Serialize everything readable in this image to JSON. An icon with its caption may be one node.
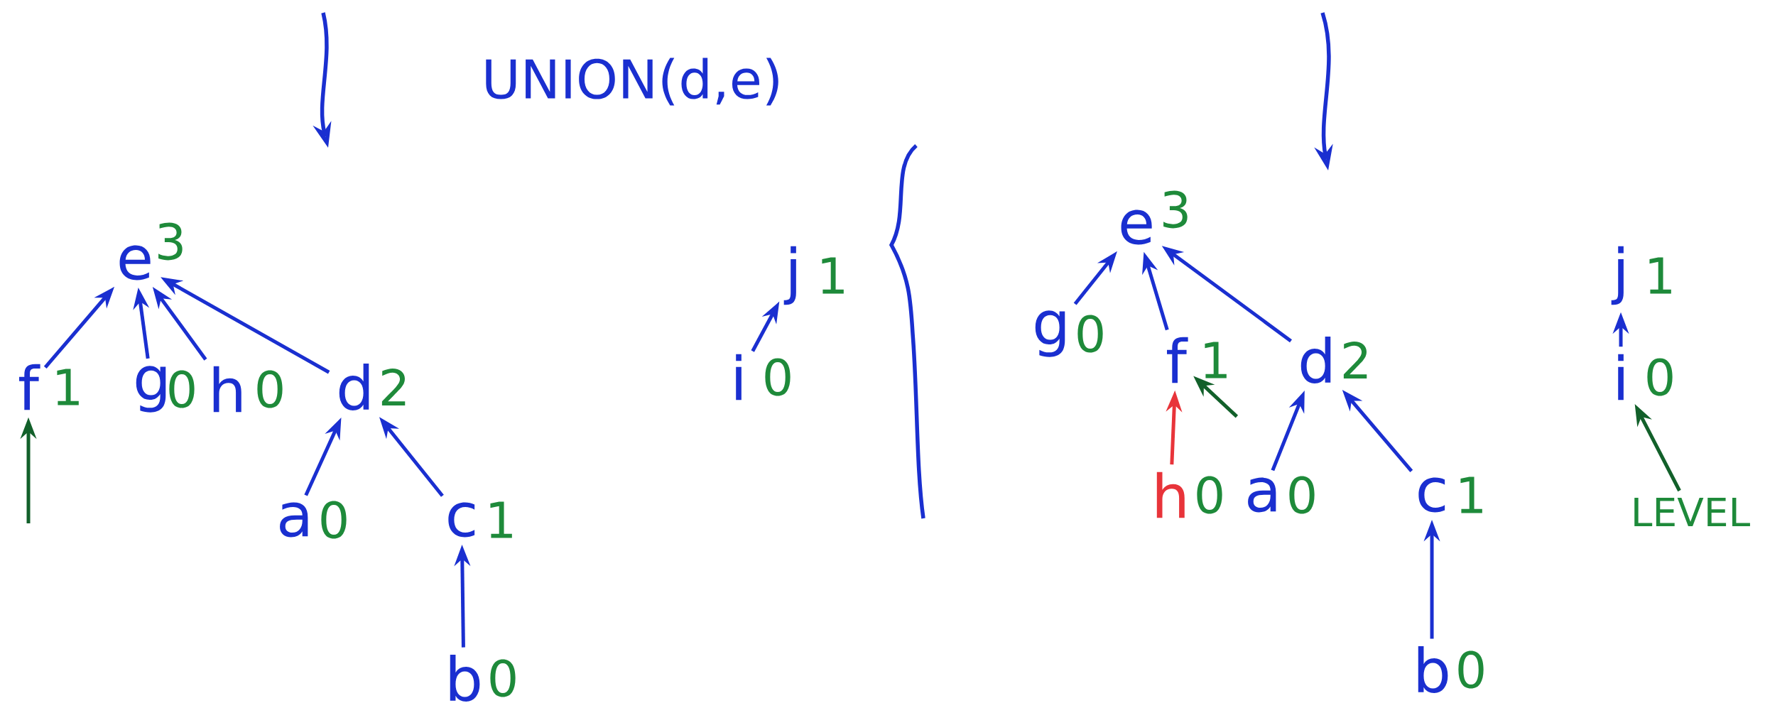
{
  "diagram": {
    "title": "UNION(d,e)",
    "nodes": [
      {
        "text": [
          "e"
        ],
        "beside": [
          "3"
        ]
      },
      {
        "text": [
          "f"
        ],
        "beside": [
          "1"
        ]
      },
      {
        "text": [
          "g"
        ],
        "beside": [
          "0"
        ]
      },
      {
        "text": [
          "h"
        ],
        "beside": [
          "0"
        ]
      },
      {
        "text": [
          "d"
        ],
        "beside": [
          "2"
        ]
      },
      {
        "text": [
          "a"
        ],
        "beside": [
          "0"
        ]
      },
      {
        "text": [
          "c"
        ],
        "beside": [
          "1"
        ]
      },
      {
        "text": [
          "b"
        ],
        "beside": [
          "0"
        ]
      },
      {
        "text": [
          "j"
        ],
        "beside": [
          "1"
        ]
      },
      {
        "text": [
          "i"
        ],
        "beside": [
          "0"
        ]
      },
      {
        "text": [
          "e"
        ],
        "beside": [
          "3"
        ]
      },
      {
        "text": [
          "g"
        ],
        "beside": [
          "0"
        ]
      },
      {
        "text": [
          "f"
        ],
        "beside": [
          "1"
        ]
      },
      {
        "text": [
          "d"
        ],
        "beside": [
          "2"
        ]
      },
      {
        "text": [
          "h"
        ],
        "beside": [
          "0"
        ]
      },
      {
        "text": [
          "a"
        ],
        "beside": [
          "0"
        ]
      },
      {
        "text": [
          "c"
        ],
        "beside": [
          "1"
        ]
      },
      {
        "text": [
          "b"
        ],
        "beside": [
          "0"
        ]
      },
      {
        "text": [
          "j"
        ],
        "beside": [
          "1"
        ]
      },
      {
        "text": [
          "i"
        ],
        "beside": [
          "0"
        ]
      },
      {
        "text": [
          "LEVEL"
        ]
      }
    ],
    "edges": [
      {
        "from": 1,
        "to": 0,
        "arrow": "to"
      },
      {
        "from": 2,
        "to": 0,
        "arrow": "to"
      },
      {
        "from": 3,
        "to": 0,
        "arrow": "to"
      },
      {
        "from": 4,
        "to": 0,
        "arrow": "to"
      },
      {
        "from": 5,
        "to": 4,
        "arrow": "to"
      },
      {
        "from": 6,
        "to": 4,
        "arrow": "to"
      },
      {
        "from": 7,
        "to": 6,
        "arrow": "to"
      },
      {
        "from": null,
        "to": 1,
        "arrow": "to",
        "color": "#12602a"
      },
      {
        "from": 9,
        "to": 8,
        "arrow": "to"
      },
      {
        "from": 11,
        "to": 10,
        "arrow": "to"
      },
      {
        "from": 12,
        "to": 10,
        "arrow": "to"
      },
      {
        "from": 13,
        "to": 10,
        "arrow": "to"
      },
      {
        "from": 14,
        "to": 12,
        "arrow": "to",
        "color": "#e8343a"
      },
      {
        "from": 15,
        "to": 13,
        "arrow": "to"
      },
      {
        "from": 16,
        "to": 13,
        "arrow": "to"
      },
      {
        "from": 17,
        "to": 16,
        "arrow": "to"
      },
      {
        "from": null,
        "to": 12,
        "arrow": "to",
        "color": "#12602a"
      },
      {
        "from": 19,
        "to": 18,
        "arrow": "to"
      },
      {
        "from": 20,
        "to": 19,
        "arrow": "to",
        "color": "#12602a"
      }
    ]
  }
}
